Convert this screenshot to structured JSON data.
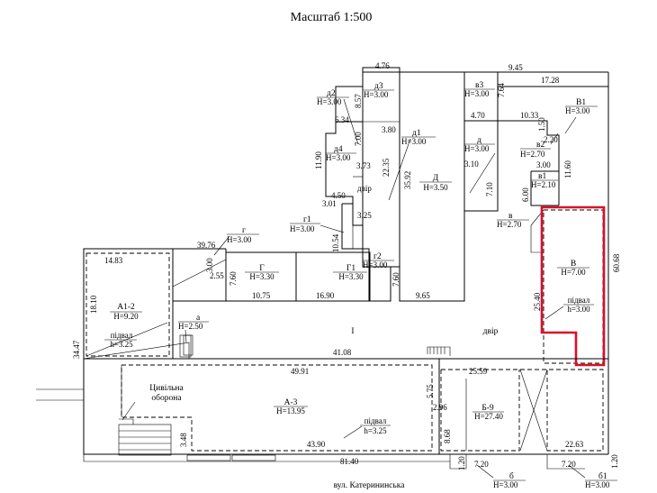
{
  "title": "Масштаб  1:500",
  "street": "вул. Катерининська",
  "courtyards": {
    "main": "двір",
    "upper": "двір",
    "roman": "I"
  },
  "civil_defense": [
    "Цивільна",
    "оборона"
  ],
  "buildings": {
    "a12": {
      "name": "А1-2",
      "height": "H=9.20",
      "sub": "підвал",
      "sub_h": "h=3.25"
    },
    "a3": {
      "name": "А-3",
      "height": "H=13.95",
      "sub": "підвал",
      "sub_h": "h=3.25"
    },
    "b9": {
      "name": "Б-9",
      "height": "H=27.40"
    },
    "v": {
      "name": "В",
      "height": "H=7.00",
      "sub": "підвал",
      "sub_h": "h=3.00"
    },
    "g": {
      "name": "Г",
      "height": "H=3.30"
    },
    "g1": {
      "name": "Г1",
      "height": "H=3.30"
    },
    "d": {
      "name": "Д",
      "height": "H=3.50"
    },
    "d1": {
      "name": "д1",
      "height": "H=3.00"
    },
    "d2": {
      "name": "д2",
      "height": "H=3.00"
    },
    "d3": {
      "name": "д3",
      "height": "H=3.00"
    },
    "d4": {
      "name": "д4",
      "height": "H=3.00"
    },
    "dsmall": {
      "name": "д",
      "height": "H=3.00"
    },
    "v1b": {
      "name": "В1",
      "height": "H=3.00"
    },
    "v1": {
      "name": "в1",
      "height": "H=2.10"
    },
    "v2": {
      "name": "в2",
      "height": "H=2.70"
    },
    "v3": {
      "name": "в3",
      "height": "H=3.00"
    },
    "vv": {
      "name": "в",
      "height": "H=2.70"
    },
    "a": {
      "name": "а",
      "height": "H=2.50"
    },
    "g_low": {
      "name": "г",
      "height": "H=3.00"
    },
    "g1_low": {
      "name": "г1",
      "height": "H=3.00"
    },
    "g2_low": {
      "name": "г2",
      "height": "H=3.00"
    },
    "b": {
      "name": "б",
      "height": "H=3.00"
    },
    "b1": {
      "name": "б1",
      "height": "H=3.00"
    },
    "dvir_small": "двір"
  },
  "dimensions": {
    "d476": "4.76",
    "d945": "9.45",
    "d1728": "17.28",
    "d857": "8.57",
    "d634": "6.34",
    "d380": "3.80",
    "d700": "7.00",
    "d764": "7.64",
    "d470": "4.70",
    "d1033": "10.33",
    "d150": "1.50",
    "d220": "2.20",
    "d1190": "11.90",
    "d373": "3.73",
    "d2235": "22.35",
    "d3592": "35.92",
    "d310": "3.10",
    "d710": "7.10",
    "d300a": "3.00",
    "d1160": "11.60",
    "d600": "6.00",
    "d450": "4.50",
    "d301": "3.01",
    "d325": "3.25",
    "d1054": "10.54",
    "d3976": "39.76",
    "d300b": "3.00",
    "d255": "2.55",
    "d760a": "7.60",
    "d760b": "7.60",
    "d6068": "60.68",
    "d1483": "14.83",
    "d1810": "18.10",
    "d1075": "10.75",
    "d1690": "16.90",
    "d965": "9.65",
    "d2540": "25.40",
    "d3447": "34.47",
    "d4108": "41.08",
    "d4991": "49.91",
    "d2559": "25.59",
    "d575": "5.75",
    "d296": "2.96",
    "d348": "3.48",
    "d868": "8.68",
    "d4390": "43.90",
    "d2263": "22.63",
    "d8140": "81.40",
    "d120a": "1.20",
    "d720a": "7.20",
    "d720b": "7.20",
    "d120b": "1.20"
  }
}
